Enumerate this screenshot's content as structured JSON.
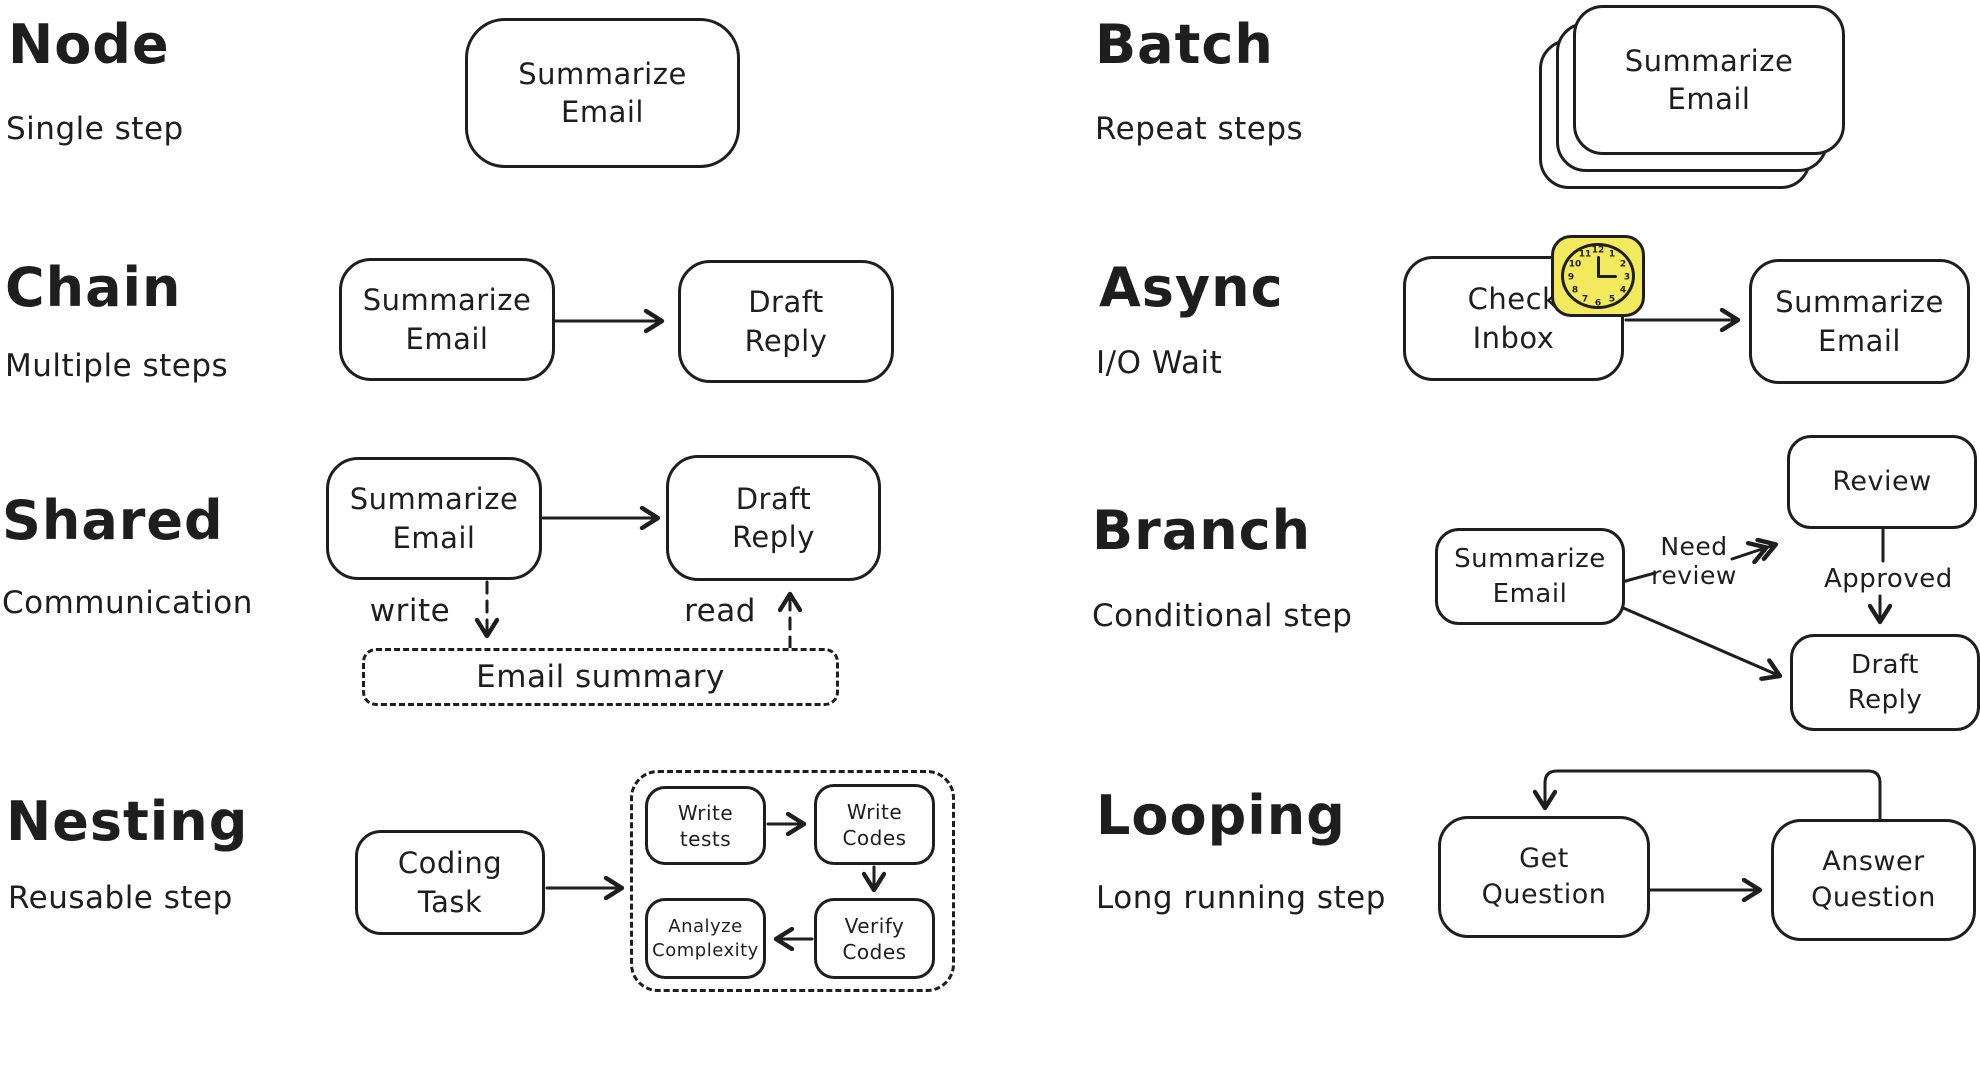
{
  "colors": {
    "ink": "#1e1e1e",
    "background": "#ffffff",
    "clock_fill": "#f2e95c"
  },
  "sections": {
    "node": {
      "title": "Node",
      "subtitle": "Single step",
      "box": "Summarize\nEmail"
    },
    "chain": {
      "title": "Chain",
      "subtitle": "Multiple steps",
      "box1": "Summarize\nEmail",
      "box2": "Draft\nReply"
    },
    "shared": {
      "title": "Shared",
      "subtitle": "Communication",
      "box1": "Summarize\nEmail",
      "box2": "Draft\nReply",
      "store": "Email summary",
      "write_label": "write",
      "read_label": "read"
    },
    "nesting": {
      "title": "Nesting",
      "subtitle": "Reusable step",
      "task": "Coding\nTask",
      "write_tests": "Write\ntests",
      "write_codes": "Write\nCodes",
      "verify_codes": "Verify\nCodes",
      "analyze_complexity": "Analyze\nComplexity"
    },
    "batch": {
      "title": "Batch",
      "subtitle": "Repeat steps",
      "card": "Summarize\nEmail"
    },
    "async": {
      "title": "Async",
      "subtitle": "I/O Wait",
      "box1": "Check\nInbox",
      "box2": "Summarize\nEmail",
      "clock": {
        "numbers": [
          "12",
          "1",
          "2",
          "3",
          "4",
          "5",
          "6",
          "7",
          "8",
          "9",
          "10",
          "11"
        ]
      }
    },
    "branch": {
      "title": "Branch",
      "subtitle": "Conditional step",
      "source": "Summarize\nEmail",
      "review": "Review",
      "draft": "Draft\nReply",
      "need_review": "Need\nreview",
      "approved": "Approved"
    },
    "looping": {
      "title": "Looping",
      "subtitle": "Long running step",
      "box1": "Get\nQuestion",
      "box2": "Answer\nQuestion"
    }
  }
}
